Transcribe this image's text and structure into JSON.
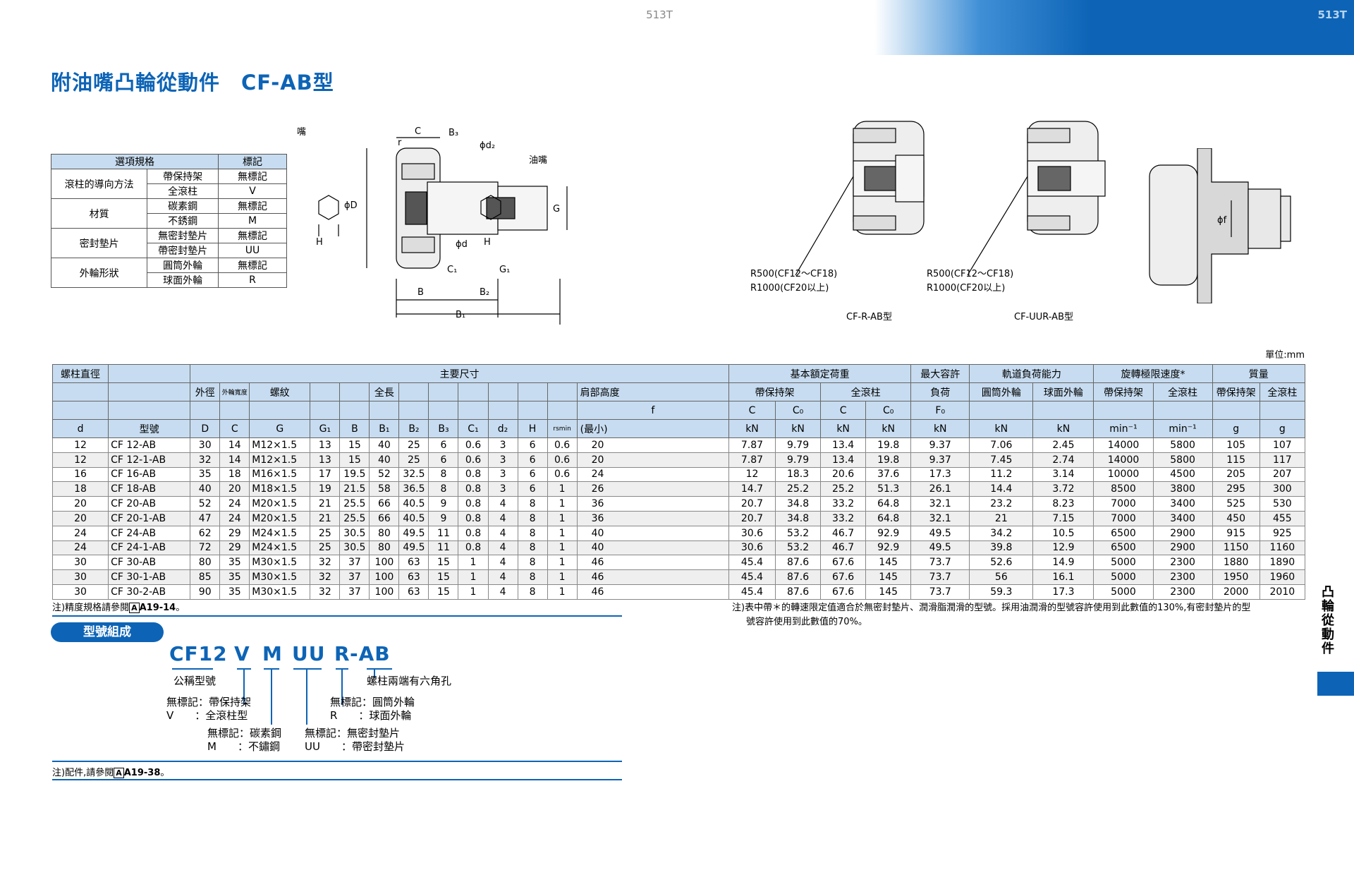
{
  "header": {
    "page_center": "513T",
    "page_right": "513T",
    "title": "附油嘴凸輪從動件　CF-AB型"
  },
  "options_table": {
    "headers": [
      "選項規格",
      "標記"
    ],
    "groups": [
      {
        "name": "滾柱的導向方法",
        "items": [
          {
            "spec": "帶保持架",
            "mark": "無標記"
          },
          {
            "spec": "全滾柱",
            "mark": "V"
          }
        ]
      },
      {
        "name": "材質",
        "items": [
          {
            "spec": "碳素鋼",
            "mark": "無標記"
          },
          {
            "spec": "不銹鋼",
            "mark": "M"
          }
        ]
      },
      {
        "name": "密封墊片",
        "items": [
          {
            "spec": "無密封墊片",
            "mark": "無標記"
          },
          {
            "spec": "帶密封墊片",
            "mark": "UU"
          }
        ]
      },
      {
        "name": "外輪形狀",
        "items": [
          {
            "spec": "圓筒外輪",
            "mark": "無標記"
          },
          {
            "spec": "球面外輪",
            "mark": "R"
          }
        ]
      }
    ]
  },
  "diagrams": {
    "main": {
      "nozzle1": "油嘴",
      "nozzle2": "油嘴",
      "C": "C",
      "B3": "B₃",
      "d2": "ϕd₂",
      "r": "r",
      "D": "ϕD",
      "G": "G",
      "H1": "H",
      "H2": "H",
      "d": "ϕd",
      "C1": "C₁",
      "G1": "G₁",
      "B": "B",
      "B2": "B₂",
      "B1": "B₁"
    },
    "r_type": {
      "radius1": "R500(CF12～CF18)",
      "radius2": "R1000(CF20以上)",
      "caption": "CF-R-AB型"
    },
    "uur_type": {
      "radius1": "R500(CF12～CF18)",
      "radius2": "R1000(CF20以上)",
      "caption": "CF-UUR-AB型"
    },
    "mount": {
      "f": "ϕf"
    }
  },
  "unit": "單位:mm",
  "main_table": {
    "h_stud": "螺柱直徑",
    "h_main_dims": "主要尺寸",
    "h_basic_load": "基本額定荷重",
    "h_max_load": "最大容許",
    "h_max_load2": "負荷",
    "h_track": "軌道負荷能力",
    "h_speed": "旋轉極限速度*",
    "h_mass": "質量",
    "h_outer_dia": "外徑",
    "h_outer_width": "外輪寬度",
    "h_thread": "螺紋",
    "h_total_len": "全長",
    "h_shoulder": "肩部高度",
    "h_with_cage": "帶保持架",
    "h_full_roller": "全滾柱",
    "h_cyl": "圓筒外輪",
    "h_sph": "球面外輪",
    "h_speed_cage": "帶保持架",
    "h_speed_full": "全滾柱",
    "h_mass_cage": "帶保持架",
    "h_mass_full": "全滾柱",
    "sym_f": "f",
    "sym_C": "C",
    "sym_C0": "C₀",
    "sym_C_2": "C",
    "sym_C0_2": "C₀",
    "sym_F0": "F₀",
    "col_d": "d",
    "col_model": "型號",
    "col_D": "D",
    "col_C": "C",
    "col_G": "G",
    "col_G1": "G₁",
    "col_B": "B",
    "col_B1": "B₁",
    "col_B2": "B₂",
    "col_B3": "B₃",
    "col_C1": "C₁",
    "col_d2": "d₂",
    "col_H": "H",
    "col_rsmin": "rsmin",
    "col_min": "(最小)",
    "u1": "kN",
    "u2": "kN",
    "u3": "kN",
    "u4": "kN",
    "u5": "kN",
    "u6": "kN",
    "u7": "kN",
    "u8": "min⁻¹",
    "u9": "min⁻¹",
    "u10": "g",
    "u11": "g",
    "rows": [
      [
        "12",
        "CF 12-AB",
        "30",
        "14",
        "M12×1.5",
        "13",
        "15",
        "40",
        "25",
        "6",
        "0.6",
        "3",
        "6",
        "0.6",
        "20",
        "7.87",
        "9.79",
        "13.4",
        "19.8",
        "9.37",
        "7.06",
        "2.45",
        "14000",
        "5800",
        "105",
        "107"
      ],
      [
        "12",
        "CF 12-1-AB",
        "32",
        "14",
        "M12×1.5",
        "13",
        "15",
        "40",
        "25",
        "6",
        "0.6",
        "3",
        "6",
        "0.6",
        "20",
        "7.87",
        "9.79",
        "13.4",
        "19.8",
        "9.37",
        "7.45",
        "2.74",
        "14000",
        "5800",
        "115",
        "117"
      ],
      [
        "16",
        "CF 16-AB",
        "35",
        "18",
        "M16×1.5",
        "17",
        "19.5",
        "52",
        "32.5",
        "8",
        "0.8",
        "3",
        "6",
        "0.6",
        "24",
        "12",
        "18.3",
        "20.6",
        "37.6",
        "17.3",
        "11.2",
        "3.14",
        "10000",
        "4500",
        "205",
        "207"
      ],
      [
        "18",
        "CF 18-AB",
        "40",
        "20",
        "M18×1.5",
        "19",
        "21.5",
        "58",
        "36.5",
        "8",
        "0.8",
        "3",
        "6",
        "1",
        "26",
        "14.7",
        "25.2",
        "25.2",
        "51.3",
        "26.1",
        "14.4",
        "3.72",
        "8500",
        "3800",
        "295",
        "300"
      ],
      [
        "20",
        "CF 20-AB",
        "52",
        "24",
        "M20×1.5",
        "21",
        "25.5",
        "66",
        "40.5",
        "9",
        "0.8",
        "4",
        "8",
        "1",
        "36",
        "20.7",
        "34.8",
        "33.2",
        "64.8",
        "32.1",
        "23.2",
        "8.23",
        "7000",
        "3400",
        "525",
        "530"
      ],
      [
        "20",
        "CF 20-1-AB",
        "47",
        "24",
        "M20×1.5",
        "21",
        "25.5",
        "66",
        "40.5",
        "9",
        "0.8",
        "4",
        "8",
        "1",
        "36",
        "20.7",
        "34.8",
        "33.2",
        "64.8",
        "32.1",
        "21",
        "7.15",
        "7000",
        "3400",
        "450",
        "455"
      ],
      [
        "24",
        "CF 24-AB",
        "62",
        "29",
        "M24×1.5",
        "25",
        "30.5",
        "80",
        "49.5",
        "11",
        "0.8",
        "4",
        "8",
        "1",
        "40",
        "30.6",
        "53.2",
        "46.7",
        "92.9",
        "49.5",
        "34.2",
        "10.5",
        "6500",
        "2900",
        "915",
        "925"
      ],
      [
        "24",
        "CF 24-1-AB",
        "72",
        "29",
        "M24×1.5",
        "25",
        "30.5",
        "80",
        "49.5",
        "11",
        "0.8",
        "4",
        "8",
        "1",
        "40",
        "30.6",
        "53.2",
        "46.7",
        "92.9",
        "49.5",
        "39.8",
        "12.9",
        "6500",
        "2900",
        "1150",
        "1160"
      ],
      [
        "30",
        "CF 30-AB",
        "80",
        "35",
        "M30×1.5",
        "32",
        "37",
        "100",
        "63",
        "15",
        "1",
        "4",
        "8",
        "1",
        "46",
        "45.4",
        "87.6",
        "67.6",
        "145",
        "73.7",
        "52.6",
        "14.9",
        "5000",
        "2300",
        "1880",
        "1890"
      ],
      [
        "30",
        "CF 30-1-AB",
        "85",
        "35",
        "M30×1.5",
        "32",
        "37",
        "100",
        "63",
        "15",
        "1",
        "4",
        "8",
        "1",
        "46",
        "45.4",
        "87.6",
        "67.6",
        "145",
        "73.7",
        "56",
        "16.1",
        "5000",
        "2300",
        "1950",
        "1960"
      ],
      [
        "30",
        "CF 30-2-AB",
        "90",
        "35",
        "M30×1.5",
        "32",
        "37",
        "100",
        "63",
        "15",
        "1",
        "4",
        "8",
        "1",
        "46",
        "45.4",
        "87.6",
        "67.6",
        "145",
        "73.7",
        "59.3",
        "17.3",
        "5000",
        "2300",
        "2000",
        "2010"
      ]
    ]
  },
  "notes": {
    "precision": "注)精度規格請參閱",
    "precision_ref": "A19-14",
    "precision_end": "。",
    "speed_line1": "注)表中帶＊的轉速限定值適合於無密封墊片、潤滑脂潤滑的型號。採用油潤滑的型號容許使用到此數值的130%,有密封墊片的型",
    "speed_line2": "號容許使用到此數值的70%。",
    "parts": "注)配件,請參閱",
    "parts_ref": "A19-38",
    "parts_end": "。"
  },
  "model_code": {
    "pill": "型號組成",
    "code": [
      "CF12",
      "V",
      "M",
      "UU",
      "R",
      "-AB"
    ],
    "nominal": "公稱型號",
    "hex": "螺柱兩端有六角孔",
    "v_none": "無標記：帶保持架",
    "v_v": "V　　：全滾柱型",
    "r_none": "無標記：圓筒外輪",
    "r_r": "R　　：球面外輪",
    "m_none": "無標記：碳素鋼",
    "m_m": "M　　：不鏽鋼",
    "uu_none": "無標記：無密封墊片",
    "uu_uu": "UU　　：帶密封墊片"
  },
  "side": {
    "label": "凸輪從動件"
  },
  "colors": {
    "brand_blue": "#0d64b6",
    "header_bg": "#c7dcf0"
  }
}
